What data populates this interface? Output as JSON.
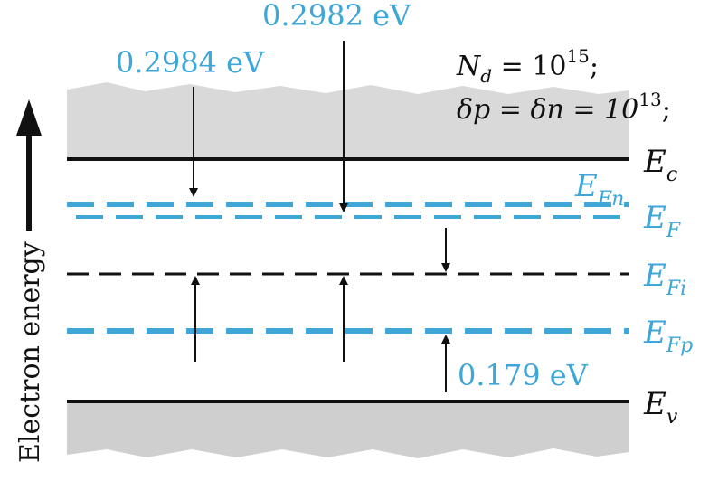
{
  "axis": {
    "label": "Electron energy"
  },
  "annotations": {
    "top_left_value": "0.2984 eV",
    "top_center_value": "0.2982 eV",
    "bottom_value": "0.179 eV"
  },
  "conditions": {
    "nd": {
      "lhs": "N",
      "sub": "d",
      "eq": " = 10",
      "sup": "15",
      "tail": ";"
    },
    "dp_dn": {
      "lhs": "δp = δn = 10",
      "sup": "13",
      "tail": ";"
    }
  },
  "levels": {
    "ec": {
      "main": "E",
      "sub": "c"
    },
    "efn": {
      "main": "E",
      "sub": "Fn"
    },
    "ef": {
      "main": "E",
      "sub": "F"
    },
    "efi": {
      "main": "E",
      "sub": "Fi"
    },
    "efp": {
      "main": "E",
      "sub": "Fp"
    },
    "ev": {
      "main": "E",
      "sub": "v"
    }
  },
  "colors": {
    "accent_blue": "#3fa6d8",
    "black": "#111111",
    "band_gray": "#d9d9d9",
    "band_gray_dark": "#cfcfcf"
  }
}
